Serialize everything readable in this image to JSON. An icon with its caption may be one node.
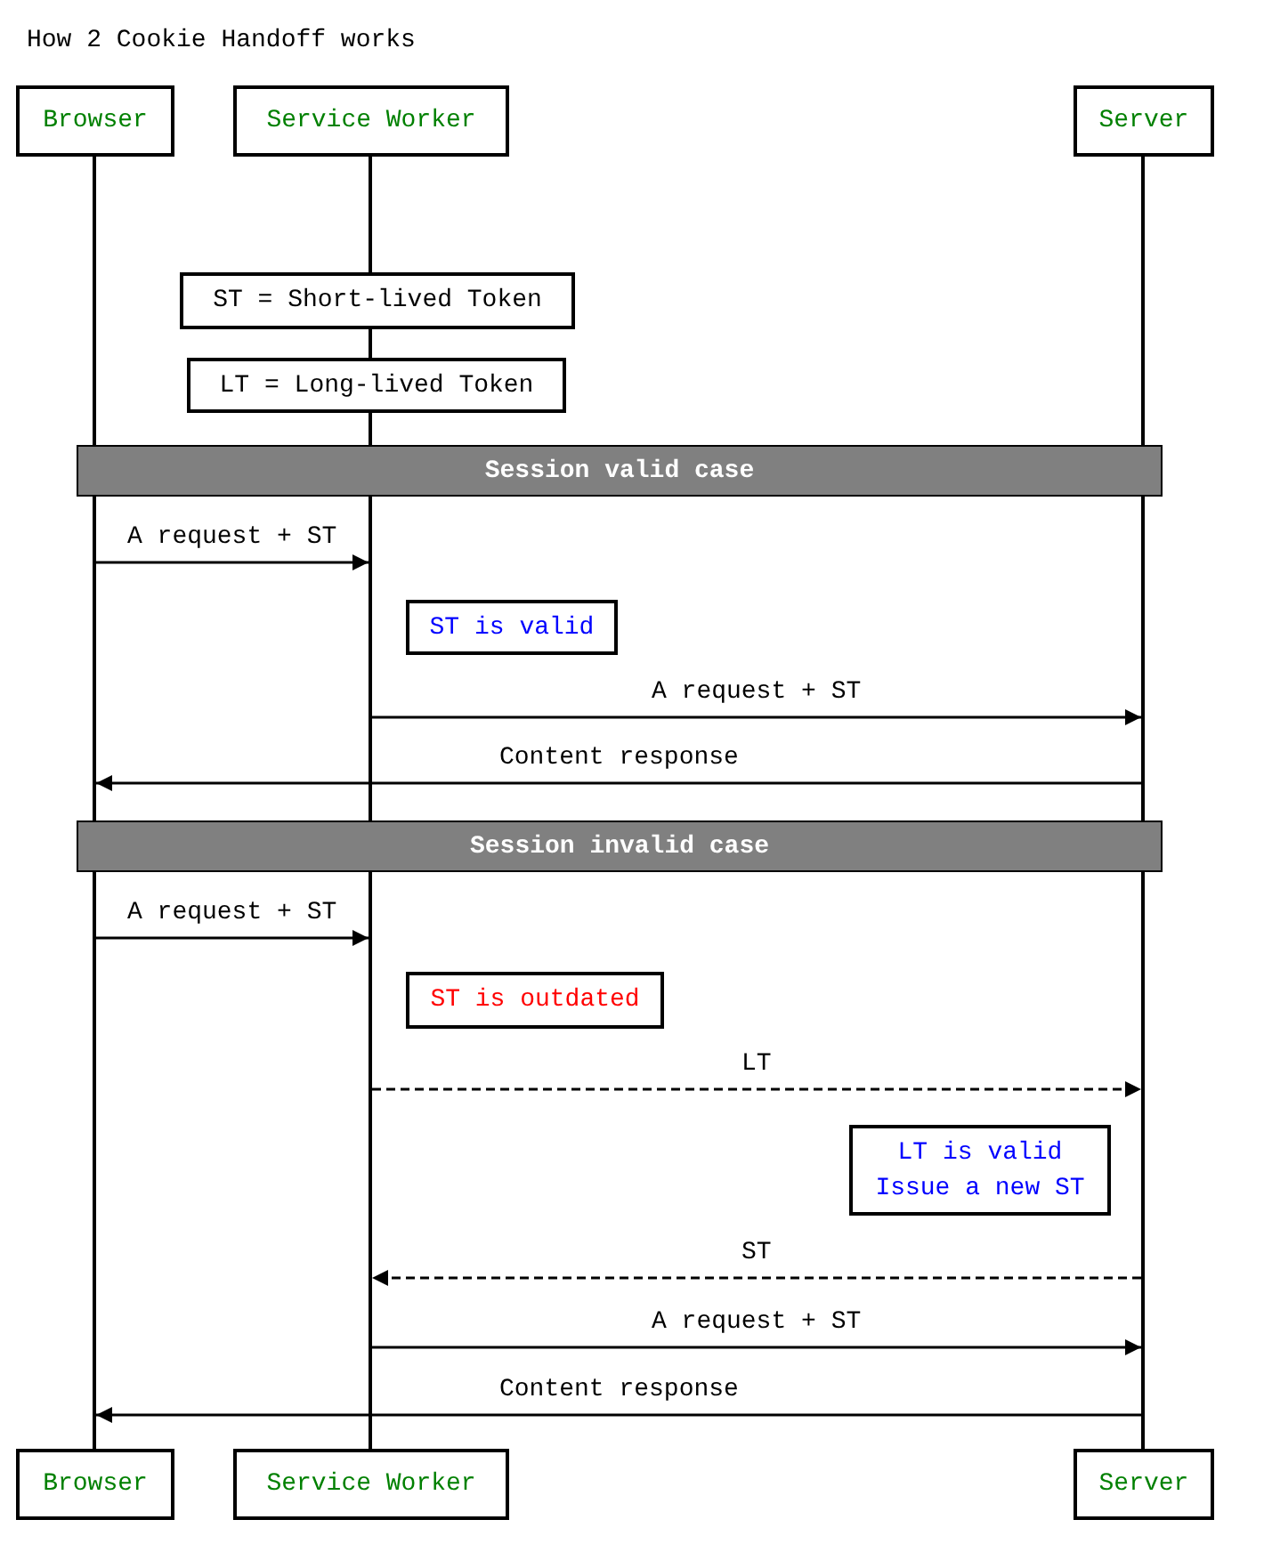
{
  "diagram": {
    "title": "How 2 Cookie Handoff works",
    "nodes": [
      {
        "text": [
          "Browser"
        ]
      },
      {
        "text": [
          "Service Worker"
        ]
      },
      {
        "text": [
          "Server"
        ]
      },
      {
        "text": [],
        "shape": "bar"
      },
      {
        "text": [],
        "shape": "bar"
      },
      {
        "text": [],
        "shape": "bar"
      },
      {
        "text": [
          "ST = Short-lived Token"
        ]
      },
      {
        "text": [
          "LT = Long-lived Token"
        ]
      },
      {
        "text": [
          "Session valid case"
        ]
      },
      {
        "text": [
          "ST is valid"
        ]
      },
      {
        "text": [
          "Session invalid case"
        ]
      },
      {
        "text": [
          "ST is outdated"
        ]
      },
      {
        "text": [
          "LT is valid Issue a new ST"
        ]
      },
      {
        "text": [
          "Browser"
        ]
      },
      {
        "text": [
          "Service Worker"
        ]
      },
      {
        "text": [
          "Server"
        ]
      }
    ],
    "edges": [
      {
        "from": 3,
        "to": 4,
        "arrow": "to",
        "label": "A request + ST"
      },
      {
        "from": 4,
        "to": 5,
        "arrow": "to",
        "label": "A request + ST"
      },
      {
        "from": 5,
        "to": 3,
        "arrow": "to",
        "label": "Content response"
      },
      {
        "from": 3,
        "to": 4,
        "arrow": "to",
        "label": "A request + ST"
      },
      {
        "from": 4,
        "to": 5,
        "arrow": "to",
        "label": "LT",
        "style": "dashed"
      },
      {
        "from": 5,
        "to": 4,
        "arrow": "to",
        "label": "ST",
        "style": "dashed"
      },
      {
        "from": 4,
        "to": 5,
        "arrow": "to",
        "label": "A request + ST"
      },
      {
        "from": 5,
        "to": 3,
        "arrow": "to",
        "label": "Content response"
      }
    ]
  }
}
